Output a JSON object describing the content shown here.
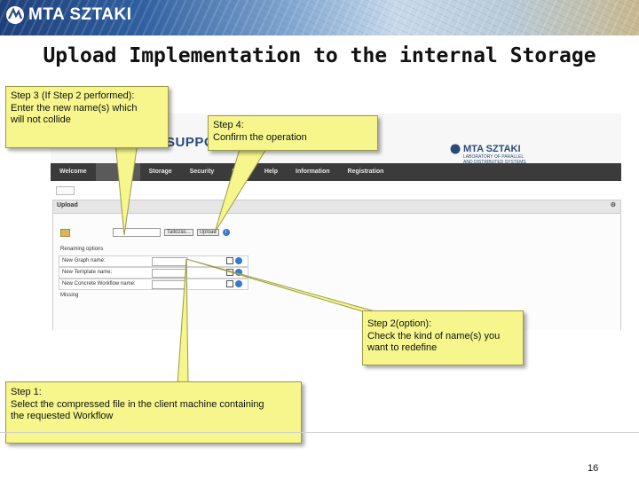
{
  "header": {
    "logo_text": "MTA SZTAKI",
    "slide_title": "Upload Implementation to the internal Storage"
  },
  "screenshot": {
    "nav_items": [
      "Welcome",
      "",
      "Storage",
      "Security",
      "Se",
      "Help",
      "Information",
      "Registration"
    ],
    "panel_title": "Upload",
    "renaming_label": "Renaming options",
    "rename_rows": [
      "New Graph name:",
      "New Template name:",
      "New Concrete Workflow name:"
    ],
    "missing_label": "Missing",
    "file_button": "Tallózás...",
    "upload_button": "Upload"
  },
  "callouts": {
    "step3": "Step 3 (If Step 2 performed):\nEnter the new name(s) which\nwill not collide",
    "step4": "Step 4:\nConfirm the operation",
    "step2": "Step 2(option):\n Check the kind of name(s) you\nwant to redefine",
    "step1": "Step 1:\nSelect the compressed file in the client machine containing\nthe requested Workflow"
  },
  "footer": {
    "page_number": "16"
  },
  "colors": {
    "callout_fill": "#f6f68c",
    "banner_blue": "#1e3f7a",
    "nav_bar": "#3b3b3b"
  }
}
